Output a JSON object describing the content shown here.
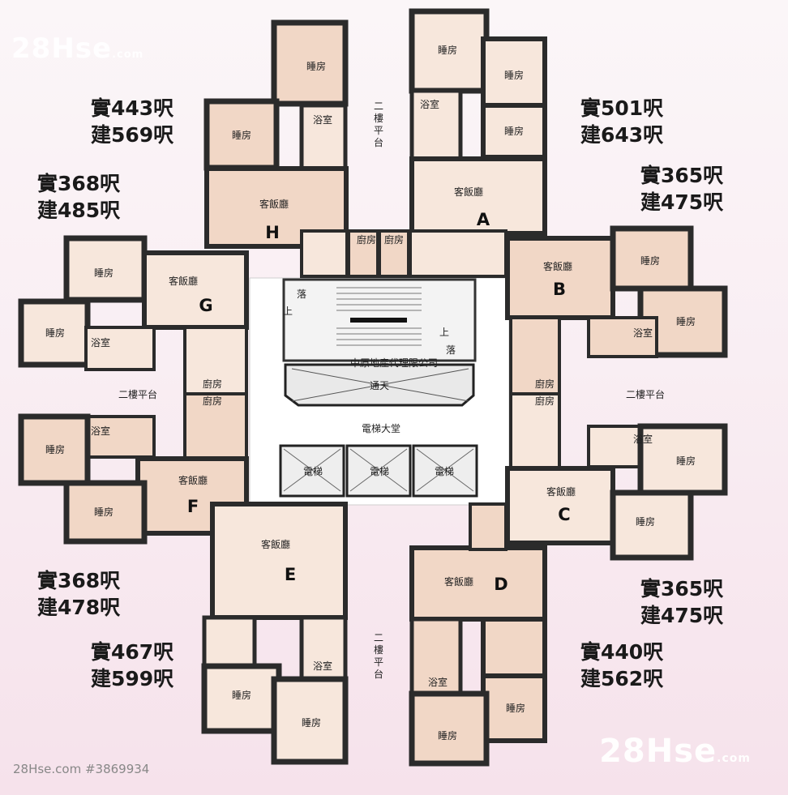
{
  "watermark_top": "28Hse",
  "watermark_top_suffix": ".com",
  "watermark_bottom": "28Hse",
  "watermark_bottom_suffix": ".com",
  "footer": "28Hse.com #3869934",
  "agency_text": "中原地產代理限公司",
  "core": {
    "lift_lobby": "電梯大堂",
    "atrium": "通天",
    "lift": "電梯",
    "down": "落",
    "up": "上"
  },
  "platform_label": "二樓平台",
  "rooms": {
    "bedroom": "睡房",
    "living_dining": "客飯廳",
    "bathroom": "浴室",
    "kitchen": "廚房"
  },
  "units": {
    "A": {
      "letter": "A",
      "saleable": "實501呎",
      "gross": "建643呎"
    },
    "B": {
      "letter": "B",
      "saleable": "實365呎",
      "gross": "建475呎"
    },
    "C": {
      "letter": "C",
      "saleable": "實365呎",
      "gross": "建475呎"
    },
    "D": {
      "letter": "D",
      "saleable": "實440呎",
      "gross": "建562呎"
    },
    "E": {
      "letter": "E",
      "saleable": "實467呎",
      "gross": "建599呎"
    },
    "F": {
      "letter": "F",
      "saleable": "實368呎",
      "gross": "建478呎"
    },
    "G": {
      "letter": "G",
      "saleable": "實368呎",
      "gross": "建485呎"
    },
    "H": {
      "letter": "H",
      "saleable": "實443呎",
      "gross": "建569呎"
    }
  },
  "colors": {
    "room_fill": "#f1d7c6",
    "room_light": "#f7e7dc",
    "wall": "#2b2b2b",
    "background": "#f8ecf1"
  }
}
